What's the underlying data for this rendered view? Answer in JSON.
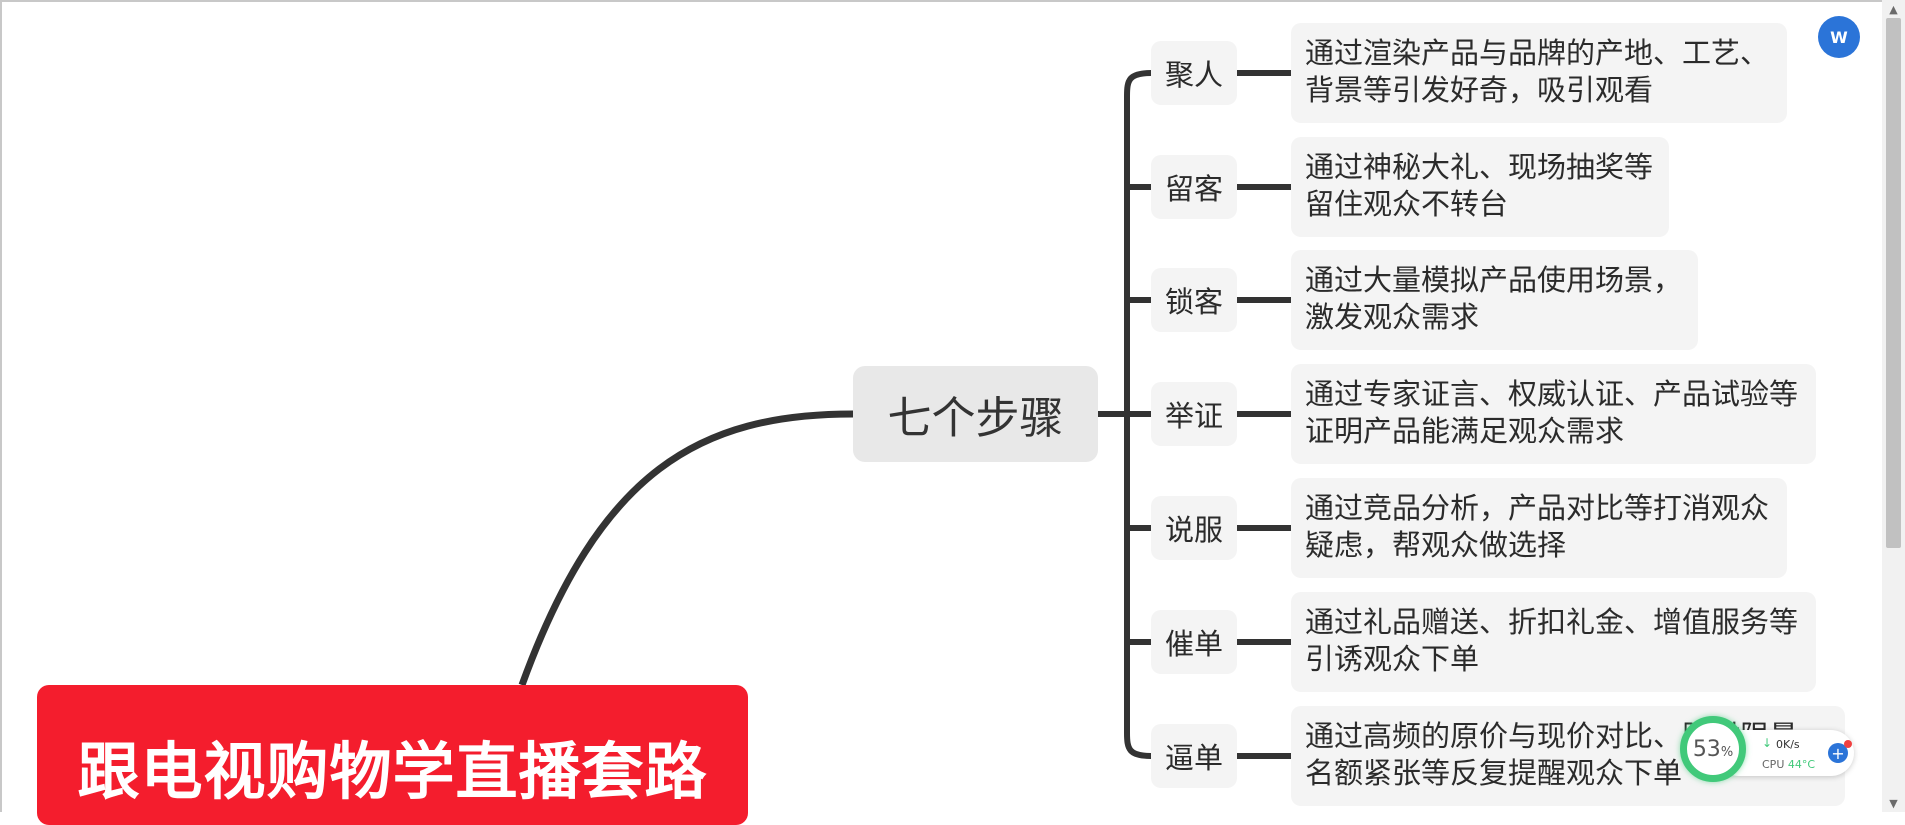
{
  "mindmap": {
    "root": "跟电视购物学直播套路",
    "center": "七个步骤",
    "steps": [
      {
        "label": "聚人",
        "desc": [
          "通过渲染产品与品牌的产地、工艺、",
          "背景等引发好奇，吸引观看"
        ]
      },
      {
        "label": "留客",
        "desc": [
          "通过神秘大礼、现场抽奖等",
          "留住观众不转台"
        ]
      },
      {
        "label": "锁客",
        "desc": [
          "通过大量模拟产品使用场景，",
          "激发观众需求"
        ]
      },
      {
        "label": "举证",
        "desc": [
          "通过专家证言、权威认证、产品试验等",
          "证明产品能满足观众需求"
        ]
      },
      {
        "label": "说服",
        "desc": [
          "通过竞品分析，产品对比等打消观众",
          "疑虑，帮观众做选择"
        ]
      },
      {
        "label": "催单",
        "desc": [
          "通过礼品赠送、折扣礼金、增值服务等",
          "引诱观众下单"
        ]
      },
      {
        "label": "逼单",
        "desc": [
          "通过高频的原价与现价对比、限时限量",
          "名额紧张等反复提醒观众下单"
        ]
      }
    ]
  },
  "widgets": {
    "extension_icon_label": "W",
    "monitor": {
      "percent": "53",
      "percent_unit": "%",
      "net_speed": "0K/s",
      "cpu_label": "CPU",
      "cpu_temp": "44°C"
    }
  },
  "colors": {
    "root_bg": "#f41d2d",
    "center_bg": "#e8e8e8",
    "node_bg": "#f4f4f4",
    "connector": "#333333"
  }
}
